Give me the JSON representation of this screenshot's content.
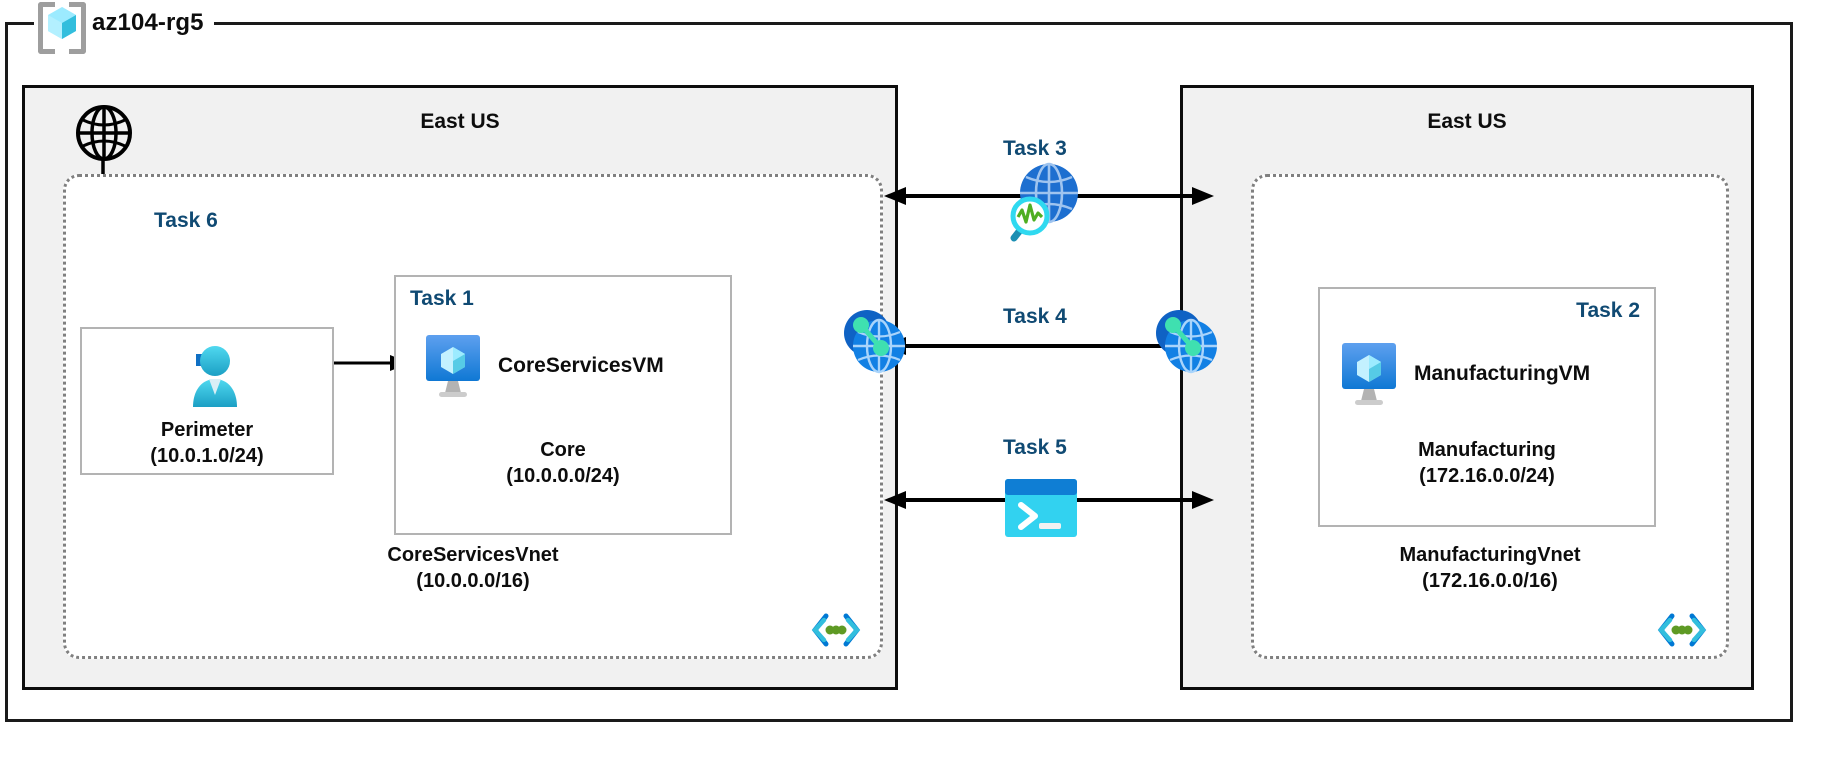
{
  "resource_group": {
    "name": "az104-rg5",
    "icon": "resource-group-cube-icon"
  },
  "regions": [
    {
      "id": "left",
      "title": "East US"
    },
    {
      "id": "right",
      "title": "East US"
    }
  ],
  "vnets": [
    {
      "id": "coreservices",
      "name": "CoreServicesVnet",
      "cidr": "(10.0.0.0/16)",
      "glyph": "subnet-group-icon"
    },
    {
      "id": "manufacturing",
      "name": "ManufacturingVnet",
      "cidr": "(172.16.0.0/16)",
      "glyph": "subnet-group-icon"
    }
  ],
  "subnets": [
    {
      "id": "perimeter",
      "task": "Task 6",
      "name": "Perimeter",
      "cidr": "(10.0.1.0/24)",
      "icon": "bastion-user-icon"
    },
    {
      "id": "core",
      "task": "Task 1",
      "name": "Core",
      "cidr": "(10.0.0.0/24)",
      "vm": "CoreServicesVM",
      "icon": "virtual-machine-icon"
    },
    {
      "id": "manufacturing",
      "task": "Task 2",
      "name": "Manufacturing",
      "cidr": "(172.16.0.0/24)",
      "vm": "ManufacturingVM",
      "icon": "virtual-machine-icon"
    }
  ],
  "connections": [
    {
      "id": "task3",
      "label": "Task 3",
      "icon": "network-watcher-icon",
      "direction": "bidirectional"
    },
    {
      "id": "task4",
      "label": "Task 4",
      "icon": "vnet-peering-icon",
      "direction": "bidirectional"
    },
    {
      "id": "task5",
      "label": "Task 5",
      "icon": "cloud-shell-icon",
      "direction": "bidirectional"
    }
  ],
  "internet": {
    "icon": "globe-internet-icon"
  },
  "peering_endpoints": [
    {
      "id": "peering-left",
      "icon": "vnet-peering-icon"
    },
    {
      "id": "peering-right",
      "icon": "vnet-peering-icon"
    }
  ],
  "colors": {
    "task_label": "#104a73",
    "region_fill": "#f1f1f1",
    "frame_stroke": "#0d0d0d",
    "vnet_stroke": "#808080",
    "subnet_stroke": "#b3b3b3",
    "azure_blue": "#0078d4",
    "cyan": "#32bedd",
    "green": "#5e9a24"
  }
}
